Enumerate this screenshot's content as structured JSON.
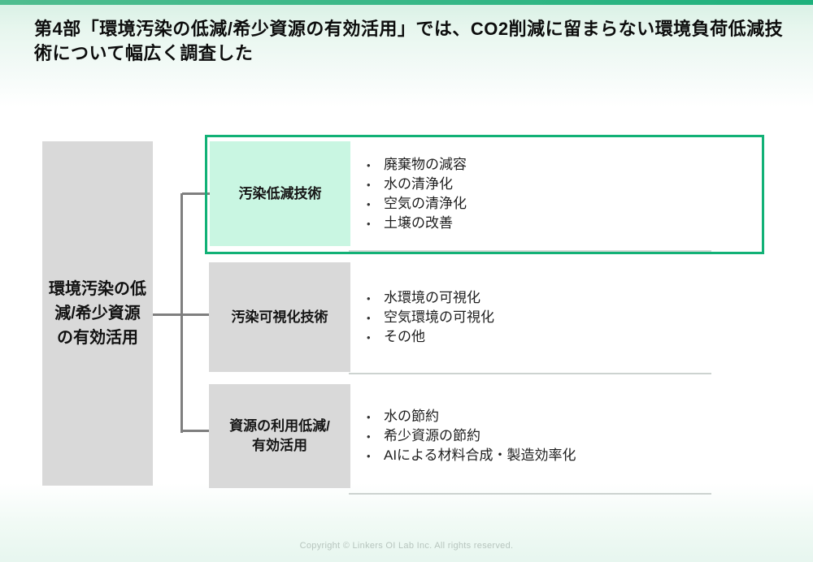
{
  "slide": {
    "title": "第4部「環境汚染の低減/希少資源の有効活用」では、CO2削減に留まらない環境負荷低減技術について幅広く調査した",
    "footer": "Copyright © Linkers OI Lab Inc. All rights reserved."
  },
  "diagram": {
    "root_label": "環境汚染の低\n減/希少資源\nの有効活用",
    "rows": [
      {
        "label": "汚染低減技術",
        "highlighted": true,
        "bullets": [
          "廃棄物の減容",
          "水の清浄化",
          "空気の清浄化",
          "土壌の改善"
        ]
      },
      {
        "label": "汚染可視化技術",
        "highlighted": false,
        "bullets": [
          "水環境の可視化",
          "空気環境の可視化",
          "その他"
        ]
      },
      {
        "label": "資源の利用低減/\n有効活用",
        "highlighted": false,
        "bullets": [
          "水の節約",
          "希少資源の節約",
          "AIによる材料合成・製造効率化"
        ]
      }
    ]
  },
  "colors": {
    "accent_green": "#12b176",
    "highlight_fill": "#c9f6e2",
    "box_gray": "#d9d9d9",
    "connector_gray": "#7f7f7f",
    "top_strip_left": "#4fbd8f",
    "top_strip_right": "#1db17c",
    "title_band_mint": "#d7f0e4",
    "footer_text": "#b7c5be"
  }
}
